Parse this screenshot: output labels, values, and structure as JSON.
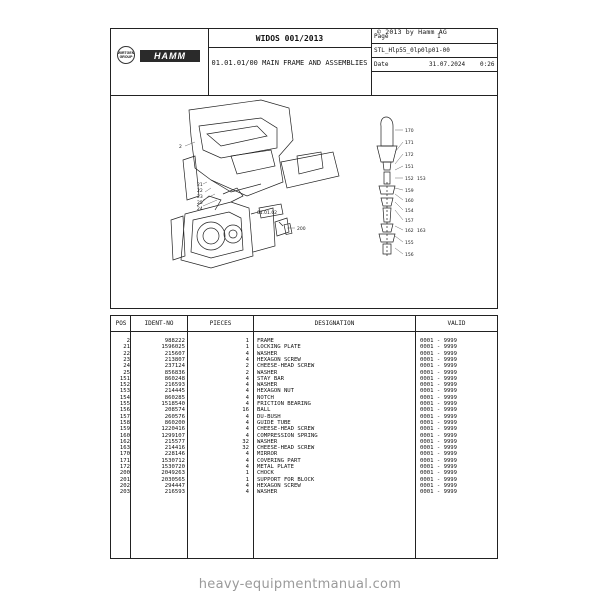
{
  "copyright": "© 2013 by Hamm AG",
  "header": {
    "brand_wirtgen": "WIRTGEN GROUP",
    "brand_hamm": "HAMM",
    "doc_title": "WIDOS 001/2013",
    "subtitle": "01.01.01/00 MAIN FRAME AND ASSEMBLIES",
    "page_label": "Page",
    "page_value": "1",
    "ref": "STL_Hlp55_0lp0lp01-00",
    "date_label": "Date",
    "date_value": "31.07.2024",
    "time_value": "0:26"
  },
  "drawing": {
    "callouts": [
      "2",
      "21",
      "22",
      "23",
      "25",
      "24",
      "01.01.02",
      "200",
      "170",
      "171",
      "172",
      "151",
      "152",
      "153",
      "159",
      "160",
      "154",
      "157",
      "162",
      "163",
      "155",
      "156"
    ]
  },
  "table": {
    "headers": {
      "pos": "POS",
      "ident": "IDENT-NO",
      "pieces": "PIECES",
      "designation": "DESIGNATION",
      "valid": "VALID"
    },
    "rows": [
      {
        "pos": "2",
        "ident": "988222",
        "pieces": "1",
        "designation": "FRAME",
        "valid": "0001 - 9999"
      },
      {
        "pos": "21",
        "ident": "1596025",
        "pieces": "1",
        "designation": "LOCKING PLATE",
        "valid": "0001 - 9999"
      },
      {
        "pos": "22",
        "ident": "215607",
        "pieces": "4",
        "designation": "WASHER",
        "valid": "0001 - 9999"
      },
      {
        "pos": "23",
        "ident": "213807",
        "pieces": "4",
        "designation": "HEXAGON SCREW",
        "valid": "0001 - 9999"
      },
      {
        "pos": "24",
        "ident": "237124",
        "pieces": "2",
        "designation": "CHEESE-HEAD SCREW",
        "valid": "0001 - 9999"
      },
      {
        "pos": "25",
        "ident": "856836",
        "pieces": "2",
        "designation": "WASHER",
        "valid": "0001 - 9999"
      },
      {
        "pos": "151",
        "ident": "860248",
        "pieces": "4",
        "designation": "STAY BAR",
        "valid": "0001 - 9999"
      },
      {
        "pos": "152",
        "ident": "216593",
        "pieces": "4",
        "designation": "WASHER",
        "valid": "0001 - 9999"
      },
      {
        "pos": "153",
        "ident": "214445",
        "pieces": "4",
        "designation": "HEXAGON NUT",
        "valid": "0001 - 9999"
      },
      {
        "pos": "154",
        "ident": "860285",
        "pieces": "4",
        "designation": "NOTCH",
        "valid": "0001 - 9999"
      },
      {
        "pos": "155",
        "ident": "1518540",
        "pieces": "4",
        "designation": "FRICTION BEARING",
        "valid": "0001 - 9999"
      },
      {
        "pos": "156",
        "ident": "208574",
        "pieces": "16",
        "designation": "BALL",
        "valid": "0001 - 9999"
      },
      {
        "pos": "157",
        "ident": "260576",
        "pieces": "4",
        "designation": "DU-BUSH",
        "valid": "0001 - 9999"
      },
      {
        "pos": "158",
        "ident": "860200",
        "pieces": "4",
        "designation": "GUIDE TUBE",
        "valid": "0001 - 9999"
      },
      {
        "pos": "159",
        "ident": "1220416",
        "pieces": "4",
        "designation": "CHEESE-HEAD SCREW",
        "valid": "0001 - 9999"
      },
      {
        "pos": "160",
        "ident": "1299107",
        "pieces": "4",
        "designation": "COMPRESSION SPRING",
        "valid": "0001 - 9999"
      },
      {
        "pos": "162",
        "ident": "215577",
        "pieces": "32",
        "designation": "WASHER",
        "valid": "0001 - 9999"
      },
      {
        "pos": "163",
        "ident": "214416",
        "pieces": "32",
        "designation": "CHEESE-HEAD SCREW",
        "valid": "0001 - 9999"
      },
      {
        "pos": "170",
        "ident": "228146",
        "pieces": "4",
        "designation": "MIRROR",
        "valid": "0001 - 9999"
      },
      {
        "pos": "171",
        "ident": "1530712",
        "pieces": "4",
        "designation": "COVERING PART",
        "valid": "0001 - 9999"
      },
      {
        "pos": "172",
        "ident": "1530720",
        "pieces": "4",
        "designation": "METAL PLATE",
        "valid": "0001 - 9999"
      },
      {
        "pos": "200",
        "ident": "2049263",
        "pieces": "1",
        "designation": "CHOCK",
        "valid": "0001 - 9999"
      },
      {
        "pos": "201",
        "ident": "2030565",
        "pieces": "1",
        "designation": "SUPPORT FOR BLOCK",
        "valid": "0001 - 9999"
      },
      {
        "pos": "202",
        "ident": "294447",
        "pieces": "4",
        "designation": "HEXAGON SCREW",
        "valid": "0001 - 9999"
      },
      {
        "pos": "203",
        "ident": "216593",
        "pieces": "4",
        "designation": "WASHER",
        "valid": "0001 - 9999"
      }
    ]
  },
  "footer": "heavy-equipmentmanual.com"
}
